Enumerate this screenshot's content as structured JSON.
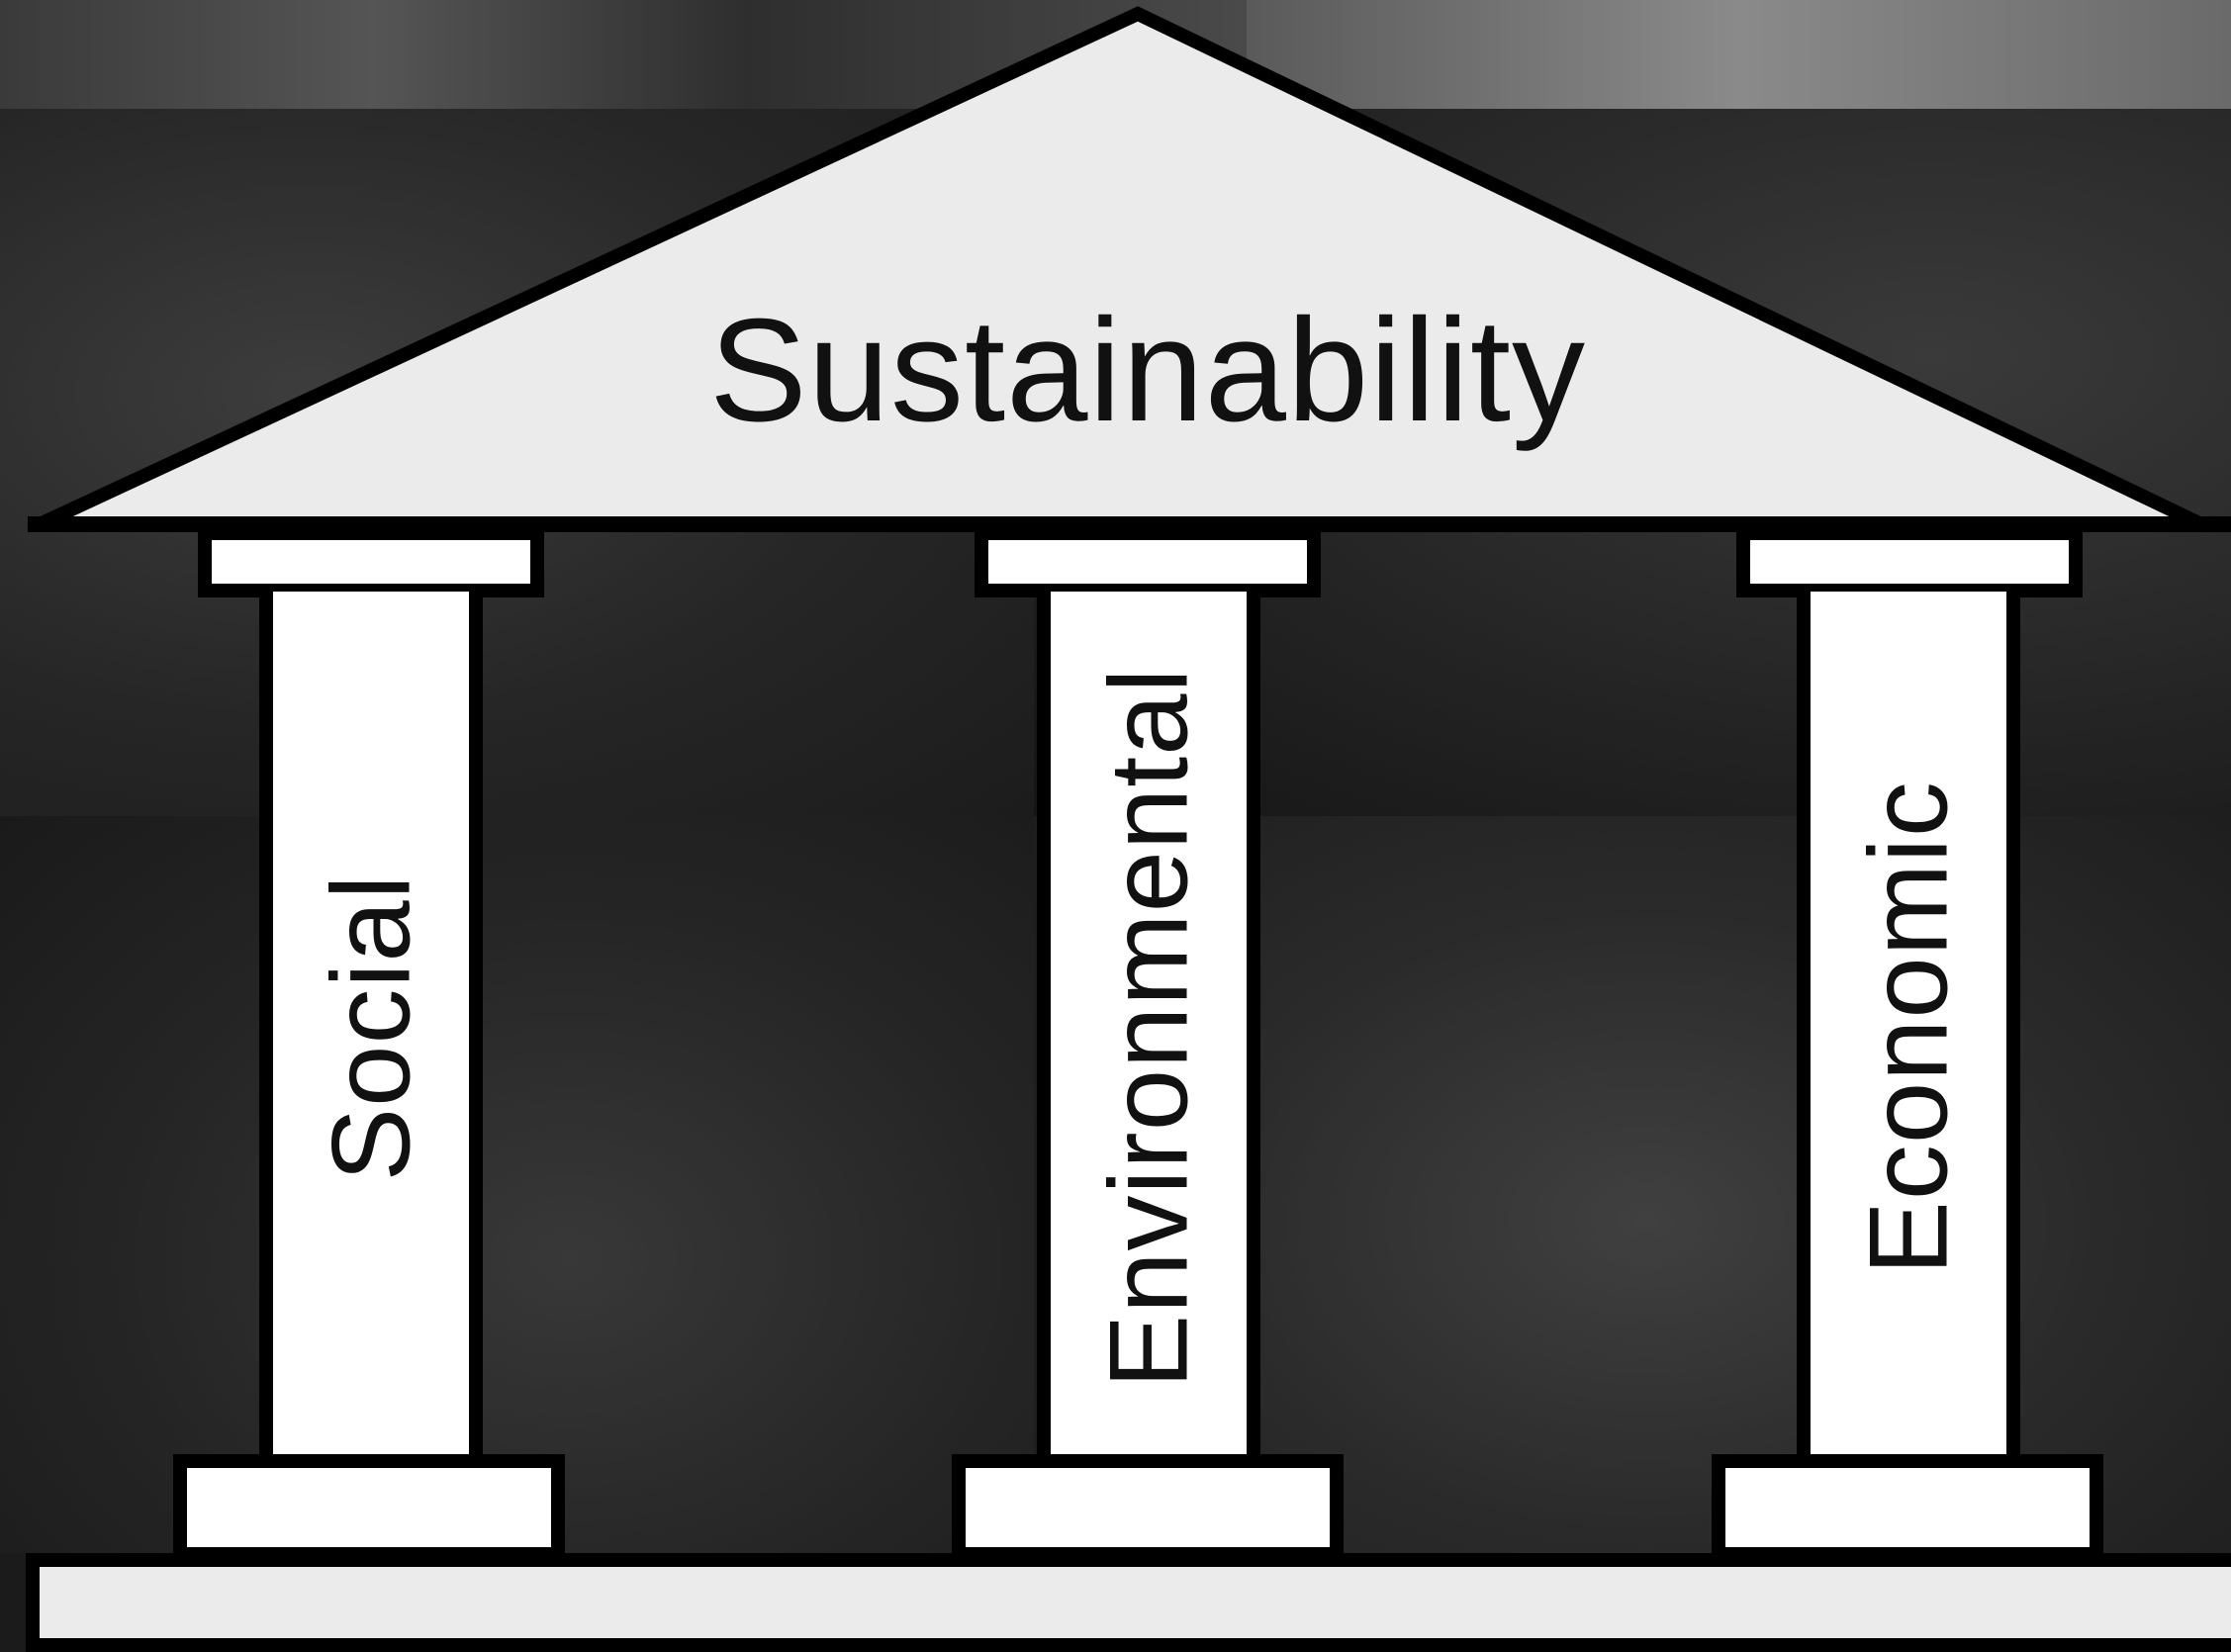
{
  "diagram": {
    "roof_label": "Sustainability",
    "pillars": [
      {
        "label": "Social"
      },
      {
        "label": "Environmental"
      },
      {
        "label": "Economic"
      }
    ]
  },
  "colors": {
    "roof_fill": "#ebebeb",
    "pillar_fill": "#ffffff",
    "outline": "#000000",
    "background": "#1b1b1b"
  }
}
